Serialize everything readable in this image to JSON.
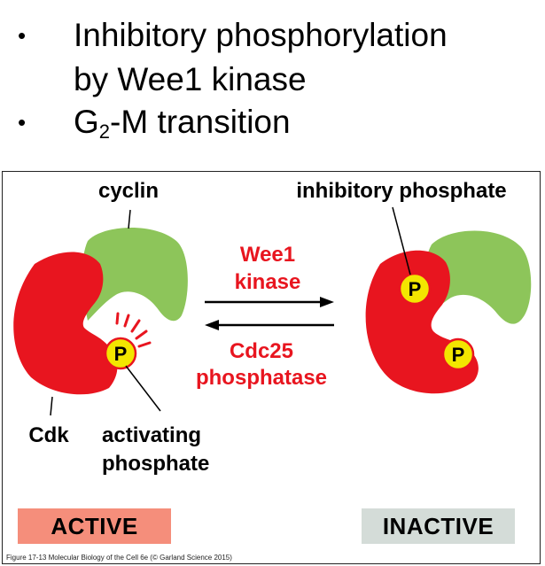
{
  "bullets": {
    "line1": "Inhibitory phosphorylation",
    "line2": "by Wee1 kinase",
    "line3_prefix": "G",
    "line3_sub": "2",
    "line3_suffix": "-M transition",
    "marker": "•"
  },
  "figure": {
    "labels": {
      "cyclin": "cyclin",
      "cdk": "Cdk",
      "activating_1": "activating",
      "activating_2": "phosphate",
      "inhibitory": "inhibitory phosphate",
      "wee1_1": "Wee1",
      "wee1_2": "kinase",
      "cdc25_1": "Cdc25",
      "cdc25_2": "phosphatase",
      "p": "P"
    },
    "states": {
      "active": "ACTIVE",
      "inactive": "INACTIVE"
    },
    "credit": "Figure 17-13  Molecular Biology of the Cell 6e (© Garland Science 2015)",
    "colors": {
      "cdk": "#e8151f",
      "cyclin": "#8dc55a",
      "phosphate": "#f3e600",
      "enzyme_text": "#e8151f",
      "active_box": "#f58e7b",
      "inactive_box": "#d4dcd8"
    }
  }
}
